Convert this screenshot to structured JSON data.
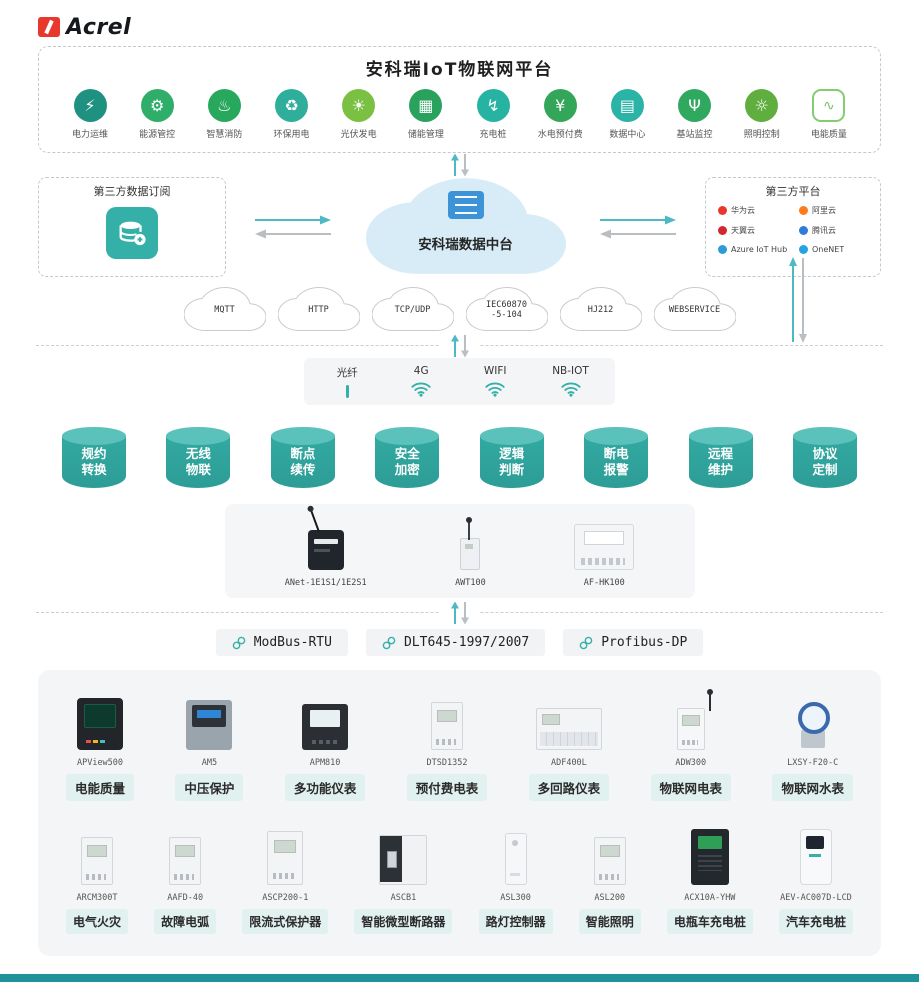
{
  "colors": {
    "accent": "#35b0a8",
    "arrow_teal": "#4fb9c3",
    "arrow_gray": "#b9bec3",
    "brand_red": "#e8372c"
  },
  "brand": {
    "name": "Acrel"
  },
  "platform": {
    "title": "安科瑞IoT物联网平台",
    "apps": [
      {
        "label": "电力运维",
        "icon": "power-ops-icon",
        "glyph": "⚡",
        "color": "#1f9180"
      },
      {
        "label": "能源管控",
        "icon": "energy-mgmt-icon",
        "glyph": "⚙",
        "color": "#2fae6a"
      },
      {
        "label": "智慧消防",
        "icon": "fire-safety-icon",
        "glyph": "♨",
        "color": "#27a85c"
      },
      {
        "label": "环保用电",
        "icon": "eco-power-icon",
        "glyph": "♻",
        "color": "#2fae9b"
      },
      {
        "label": "光伏发电",
        "icon": "solar-icon",
        "glyph": "☀",
        "color": "#7ac143"
      },
      {
        "label": "储能管理",
        "icon": "energy-storage-icon",
        "glyph": "▦",
        "color": "#2aa25e"
      },
      {
        "label": "充电桩",
        "icon": "charging-pile-icon",
        "glyph": "↯",
        "color": "#27b3a2"
      },
      {
        "label": "水电预付费",
        "icon": "prepaid-icon",
        "glyph": "¥",
        "color": "#33a65a"
      },
      {
        "label": "数据中心",
        "icon": "datacenter-icon",
        "glyph": "▤",
        "color": "#2bb3a5"
      },
      {
        "label": "基站监控",
        "icon": "base-station-icon",
        "glyph": "Ψ",
        "color": "#31a85f"
      },
      {
        "label": "照明控制",
        "icon": "lighting-icon",
        "glyph": "☼",
        "color": "#5fae3f"
      },
      {
        "label": "电能质量",
        "icon": "power-quality-icon",
        "glyph": "∿",
        "color": "#6fc55f",
        "variant": "outline"
      }
    ]
  },
  "middle": {
    "subscription": {
      "title": "第三方数据订阅",
      "icon": "database-plus-icon"
    },
    "data_center": {
      "label": "安科瑞数据中台",
      "icon": "cloud-server-icon"
    },
    "third_party": {
      "title": "第三方平台",
      "providers": [
        {
          "name": "华为云",
          "color": "#e8372c"
        },
        {
          "name": "阿里云",
          "color": "#ff7b1a"
        },
        {
          "name": "天翼云",
          "color": "#d22630"
        },
        {
          "name": "腾讯云",
          "color": "#2f7bd9"
        },
        {
          "name": "Azure IoT Hub",
          "color": "#2e9bd6"
        },
        {
          "name": "OneNET",
          "color": "#25a3e0"
        }
      ]
    }
  },
  "transport_protocols": [
    {
      "line1": "MQTT",
      "line2": ""
    },
    {
      "line1": "HTTP",
      "line2": ""
    },
    {
      "line1": "TCP/UDP",
      "line2": ""
    },
    {
      "line1": "IEC60870",
      "line2": "-5-104"
    },
    {
      "line1": "HJ212",
      "line2": ""
    },
    {
      "line1": "WEBSERVICE",
      "line2": ""
    }
  ],
  "comm_links": [
    {
      "label": "光纤",
      "icon": "fiber-icon"
    },
    {
      "label": "4G",
      "icon": "wifi-icon"
    },
    {
      "label": "WIFI",
      "icon": "wifi-icon"
    },
    {
      "label": "NB-IOT",
      "icon": "wifi-icon"
    }
  ],
  "features": [
    {
      "line1": "规约",
      "line2": "转换"
    },
    {
      "line1": "无线",
      "line2": "物联"
    },
    {
      "line1": "断点",
      "line2": "续传"
    },
    {
      "line1": "安全",
      "line2": "加密"
    },
    {
      "line1": "逻辑",
      "line2": "判断"
    },
    {
      "line1": "断电",
      "line2": "报警"
    },
    {
      "line1": "远程",
      "line2": "维护"
    },
    {
      "line1": "协议",
      "line2": "定制"
    }
  ],
  "gateways": [
    {
      "model": "ANet-1E1S1/1E2S1",
      "variant": "gw-dark"
    },
    {
      "model": "AWT100",
      "variant": "gw-small"
    },
    {
      "model": "AF-HK100",
      "variant": "gw-panel"
    }
  ],
  "field_protocols": [
    {
      "label": "ModBus-RTU"
    },
    {
      "label": "DLT645-1997/2007"
    },
    {
      "label": "Profibus-DP"
    }
  ],
  "devices": {
    "row1": [
      {
        "model": "APView500",
        "label": "电能质量",
        "variant": "panel-dark"
      },
      {
        "model": "AM5",
        "label": "中压保护",
        "variant": "relay"
      },
      {
        "model": "APM810",
        "label": "多功能仪表",
        "variant": "meter-dark"
      },
      {
        "model": "DTSD1352",
        "label": "预付费电表",
        "variant": "din"
      },
      {
        "model": "ADF400L",
        "label": "多回路仪表",
        "variant": "din-wide"
      },
      {
        "model": "ADW300",
        "label": "物联网电表",
        "variant": "din-antenna"
      },
      {
        "model": "LXSY-F20-C",
        "label": "物联网水表",
        "variant": "water"
      }
    ],
    "row2": [
      {
        "model": "ARCM300T",
        "label": "电气火灾",
        "variant": "din"
      },
      {
        "model": "AAFD-40",
        "label": "故障电弧",
        "variant": "din"
      },
      {
        "model": "ASCP200-1",
        "label": "限流式保护器",
        "variant": "din-tall"
      },
      {
        "model": "ASCB1",
        "label": "智能微型断路器",
        "variant": "breaker"
      },
      {
        "model": "ASL300",
        "label": "路灯控制器",
        "variant": "slim"
      },
      {
        "model": "ASL200",
        "label": "智能照明",
        "variant": "din"
      },
      {
        "model": "ACX10A-YHW",
        "label": "电瓶车充电桩",
        "variant": "cabinet"
      },
      {
        "model": "AEV-AC007D-LCD",
        "label": "汽车充电桩",
        "variant": "charger"
      }
    ]
  }
}
